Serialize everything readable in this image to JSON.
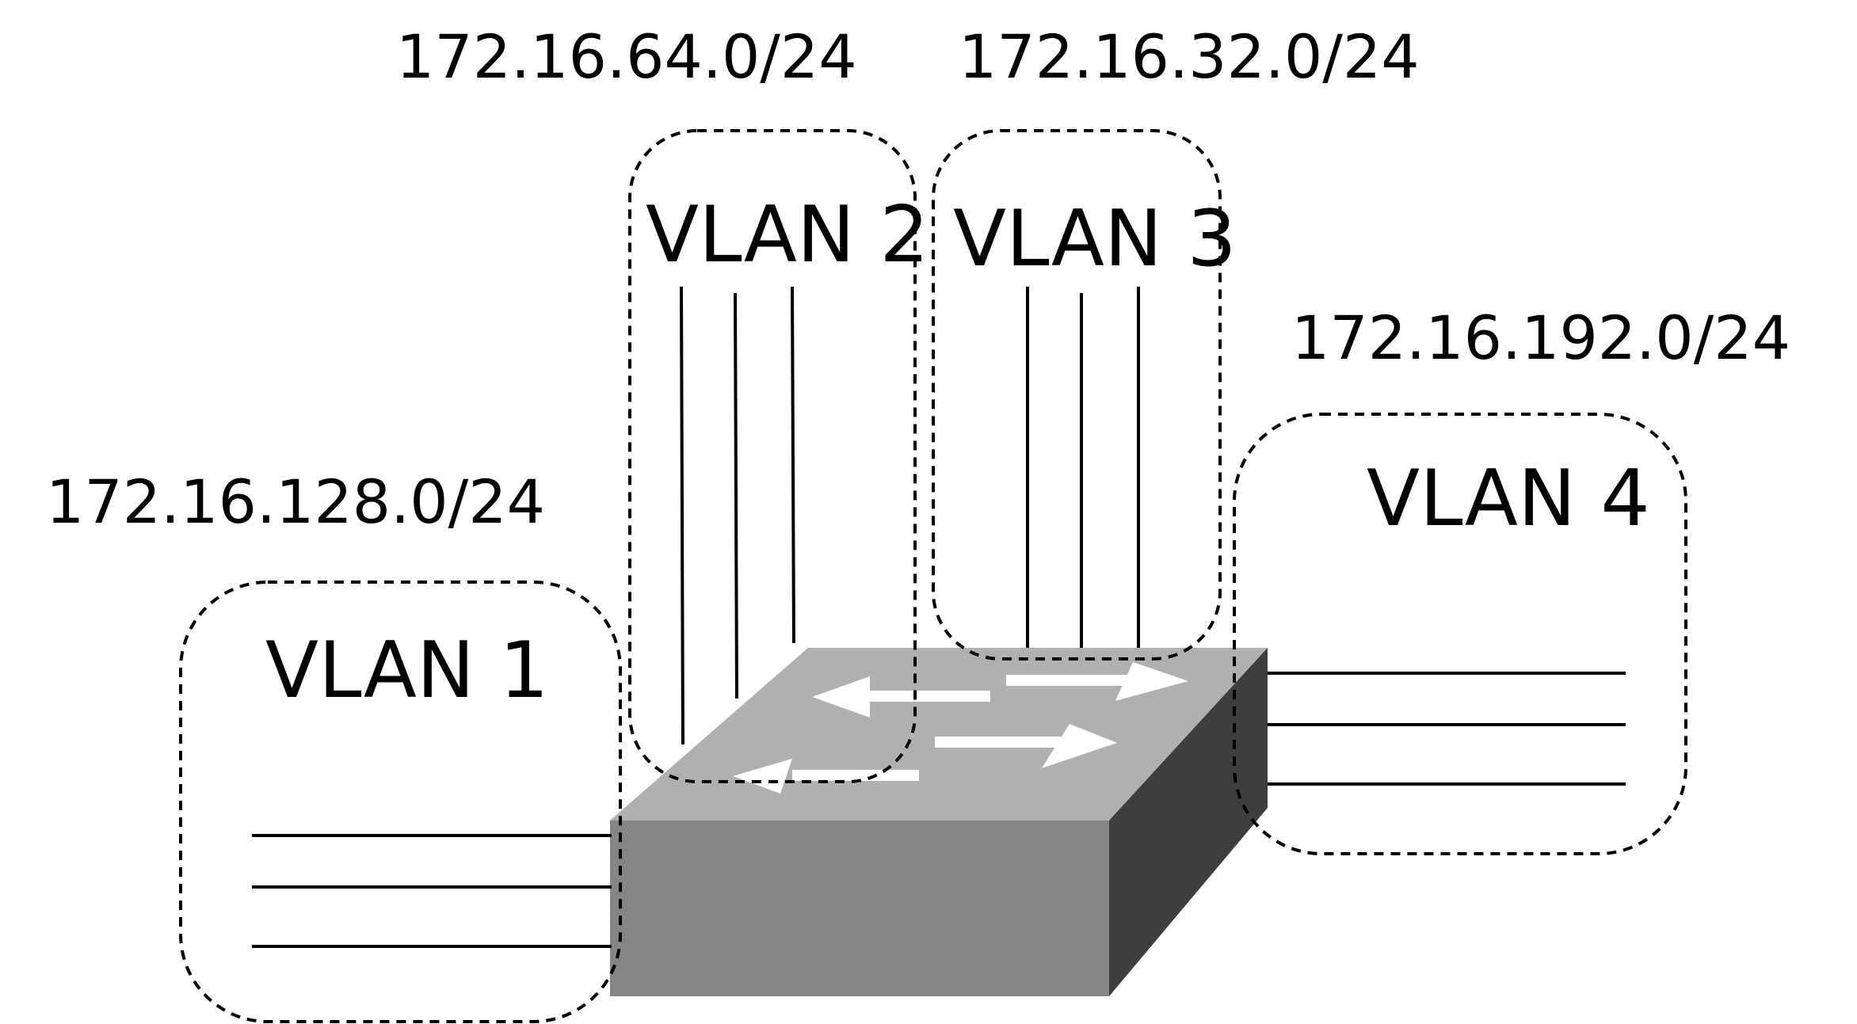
{
  "diagram": {
    "subnets": {
      "vlan1": "172.16.128.0/24",
      "vlan2": "172.16.64.0/24",
      "vlan3": "172.16.32.0/24",
      "vlan4": "172.16.192.0/24"
    },
    "vlans": {
      "vlan1": "VLAN 1",
      "vlan2": "VLAN 2",
      "vlan3": "VLAN 3",
      "vlan4": "VLAN 4"
    },
    "colors": {
      "switch_top": "#b0b0b0",
      "switch_front": "#858585",
      "switch_side": "#3e3e3e",
      "arrow_fill": "#ffffff",
      "line": "#000000"
    },
    "icon": "switch-icon"
  }
}
